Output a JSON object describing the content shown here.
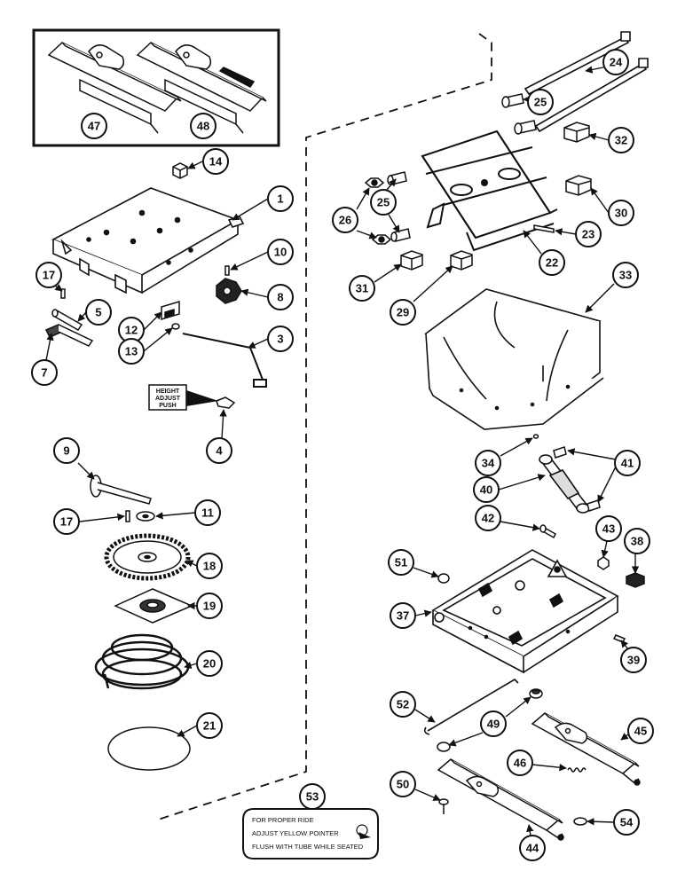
{
  "diagram": {
    "callouts": [
      "1",
      "3",
      "4",
      "5",
      "7",
      "8",
      "9",
      "10",
      "11",
      "12",
      "13",
      "14",
      "17",
      "17b",
      "18",
      "19",
      "20",
      "21",
      "22",
      "23",
      "24",
      "25",
      "25b",
      "26",
      "29",
      "30",
      "31",
      "32",
      "33",
      "34",
      "37",
      "38",
      "39",
      "40",
      "41",
      "42",
      "43",
      "44",
      "45",
      "46",
      "47",
      "48",
      "49",
      "50",
      "51",
      "52",
      "53",
      "54"
    ],
    "callout_labels": {
      "1": "1",
      "3": "3",
      "4": "4",
      "5": "5",
      "7": "7",
      "8": "8",
      "9": "9",
      "10": "10",
      "11": "11",
      "12": "12",
      "13": "13",
      "14": "14",
      "17": "17",
      "17b": "17",
      "18": "18",
      "19": "19",
      "20": "20",
      "21": "21",
      "22": "22",
      "23": "23",
      "24": "24",
      "25": "25",
      "25b": "25",
      "26": "26",
      "29": "29",
      "30": "30",
      "31": "31",
      "32": "32",
      "33": "33",
      "34": "34",
      "37": "37",
      "38": "38",
      "39": "39",
      "40": "40",
      "41": "41",
      "42": "42",
      "43": "43",
      "44": "44",
      "45": "45",
      "46": "46",
      "47": "47",
      "48": "48",
      "49": "49",
      "50": "50",
      "51": "51",
      "52": "52",
      "53": "53",
      "54": "54"
    },
    "height_label": {
      "line1": "HEIGHT",
      "line2": "ADJUST",
      "line3": "PUSH"
    },
    "decal": {
      "line1": "FOR PROPER RIDE",
      "line2": "ADJUST YELLOW POINTER",
      "line3": "FLUSH WITH TUBE WHILE SEATED"
    }
  }
}
